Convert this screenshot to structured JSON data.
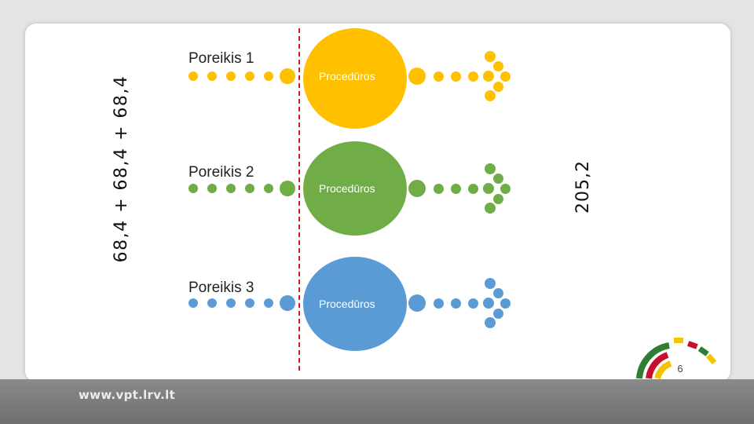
{
  "slide": {
    "left_sum_label": "68,4 + 68,4 + 68,4",
    "right_total_label": "205,2",
    "page_number": "6",
    "footer_url": "www.vpt.lrv.lt"
  },
  "rows": [
    {
      "need_label": "Poreikis 1",
      "procedure_label": "Procedūros",
      "color": "#ffc000"
    },
    {
      "need_label": "Poreikis 2",
      "procedure_label": "Procedūros",
      "color": "#70ad47"
    },
    {
      "need_label": "Poreikis 3",
      "procedure_label": "Procedūros",
      "color": "#5b9bd5"
    }
  ],
  "colors": {
    "divider": "#d11a2a",
    "logo_red": "#c8102e",
    "logo_green": "#2e7d32",
    "logo_yellow": "#f2c500"
  },
  "icons": [
    "dashed-divider",
    "arrow-of-dots",
    "flag-arc-logo"
  ]
}
